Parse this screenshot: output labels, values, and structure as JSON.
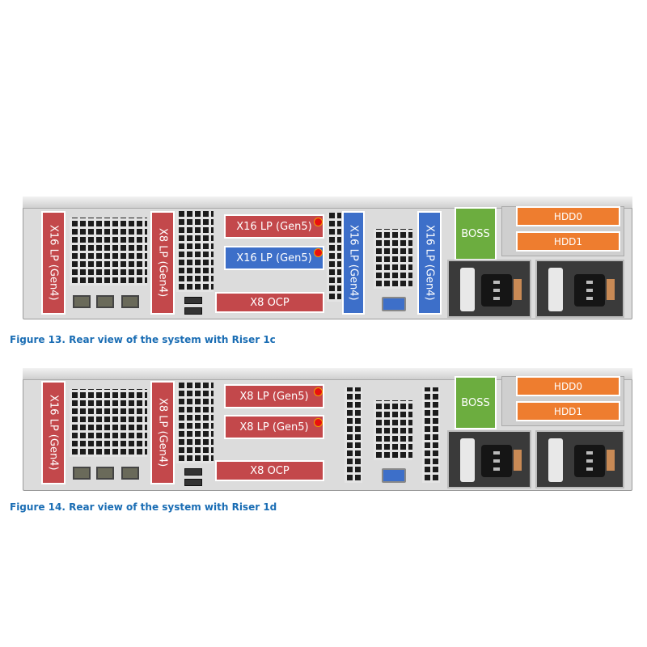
{
  "figures": [
    {
      "caption": "Figure 13. Rear view of the system with Riser 1c",
      "slots": {
        "left_vertical": "X16 LP (Gen4)",
        "second_vertical": "X8 LP (Gen4)",
        "riser_top": "X16 LP (Gen5)",
        "riser_bottom": "X16 LP (Gen5)",
        "ocp": "X8 OCP",
        "mid_vertical_1": "X16 LP (Gen4)",
        "mid_vertical_2": "X16 LP (Gen4)",
        "boss": "BOSS",
        "hdd0": "HDD0",
        "hdd1": "HDD1"
      }
    },
    {
      "caption": "Figure 14. Rear view of the system with Riser 1d",
      "slots": {
        "left_vertical": "X16 LP (Gen4)",
        "second_vertical": "X8 LP (Gen4)",
        "riser_top": "X8 LP (Gen5)",
        "riser_bottom": "X8 LP (Gen5)",
        "ocp": "X8 OCP",
        "boss": "BOSS",
        "hdd0": "HDD0",
        "hdd1": "HDD1"
      }
    }
  ],
  "colors": {
    "gen4_cpu1": "#c3484b",
    "cpu2": "#3d6fc9",
    "boss": "#6cad3f",
    "hdd": "#ee7d2f",
    "caption": "#1a6db4",
    "gen5_marker": "#e8100f"
  }
}
